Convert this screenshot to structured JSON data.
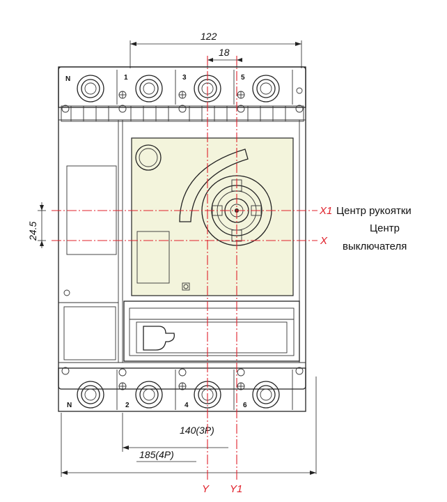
{
  "dimensions": {
    "overall_width": "122",
    "handle_offset": "18",
    "vertical_offset": "24.5",
    "width_3p": "140(3P)",
    "width_4p": "185(4P)"
  },
  "axes": {
    "x1": "X1",
    "x": "X",
    "y": "Y",
    "y1": "Y1"
  },
  "notes": {
    "handle_center": "Центр рукоятки",
    "breaker_center_line1": "Центр",
    "breaker_center_line2": "выключателя"
  },
  "terminals": {
    "top": [
      "N",
      "1",
      "3",
      "5"
    ],
    "bottom": [
      "N",
      "2",
      "4",
      "6"
    ]
  },
  "colors": {
    "centerline": "#e0202a",
    "panel_fill": "#f3f4dc",
    "outline": "#222222"
  }
}
